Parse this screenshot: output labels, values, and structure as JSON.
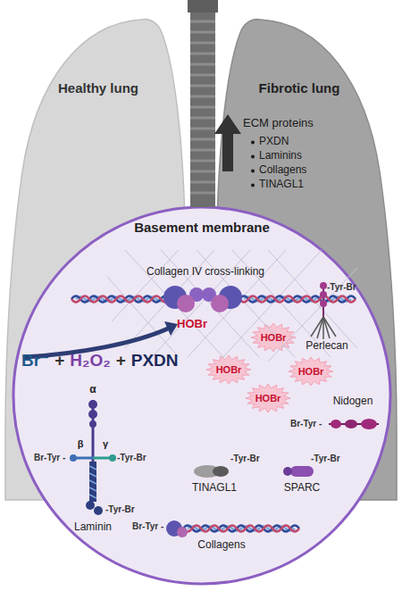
{
  "diagram": {
    "nodes": [
      {
        "text": [
          "Healthy lung"
        ]
      },
      {
        "text": [
          "Fibrotic lung",
          "ECM proteins",
          "PXDN",
          "Laminins",
          "Collagens",
          "TINAGL1"
        ]
      },
      {
        "text": [
          "Basement membrane"
        ]
      },
      {
        "text": [
          "Collagen IV cross-linking",
          "HOBr"
        ],
        "in": 2
      },
      {
        "text": [
          "-Tyr-Br",
          "Perlecan"
        ],
        "in": 2
      },
      {
        "text": [
          "HOBr"
        ],
        "in": 2
      },
      {
        "text": [
          "HOBr"
        ],
        "in": 2
      },
      {
        "text": [
          "HOBr"
        ],
        "in": 2
      },
      {
        "text": [
          "HOBr"
        ],
        "in": 2
      },
      {
        "text": [
          "Nidogen",
          "Br-Tyr -"
        ],
        "in": 2
      },
      {
        "text": [
          "α",
          "β",
          "γ",
          "Br-Tyr -",
          "-Tyr-Br",
          "-Tyr-Br",
          "Laminin"
        ],
        "in": 2
      },
      {
        "text": [
          "-Tyr-Br",
          "TINAGL1"
        ],
        "in": 2
      },
      {
        "text": [
          "-Tyr-Br",
          "SPARC"
        ],
        "in": 2
      },
      {
        "text": [
          "Br-Tyr -",
          "Collagens"
        ],
        "in": 2
      }
    ],
    "labels": [
      "Br⁻",
      "+",
      "H₂O₂",
      "+",
      "PXDN"
    ]
  }
}
